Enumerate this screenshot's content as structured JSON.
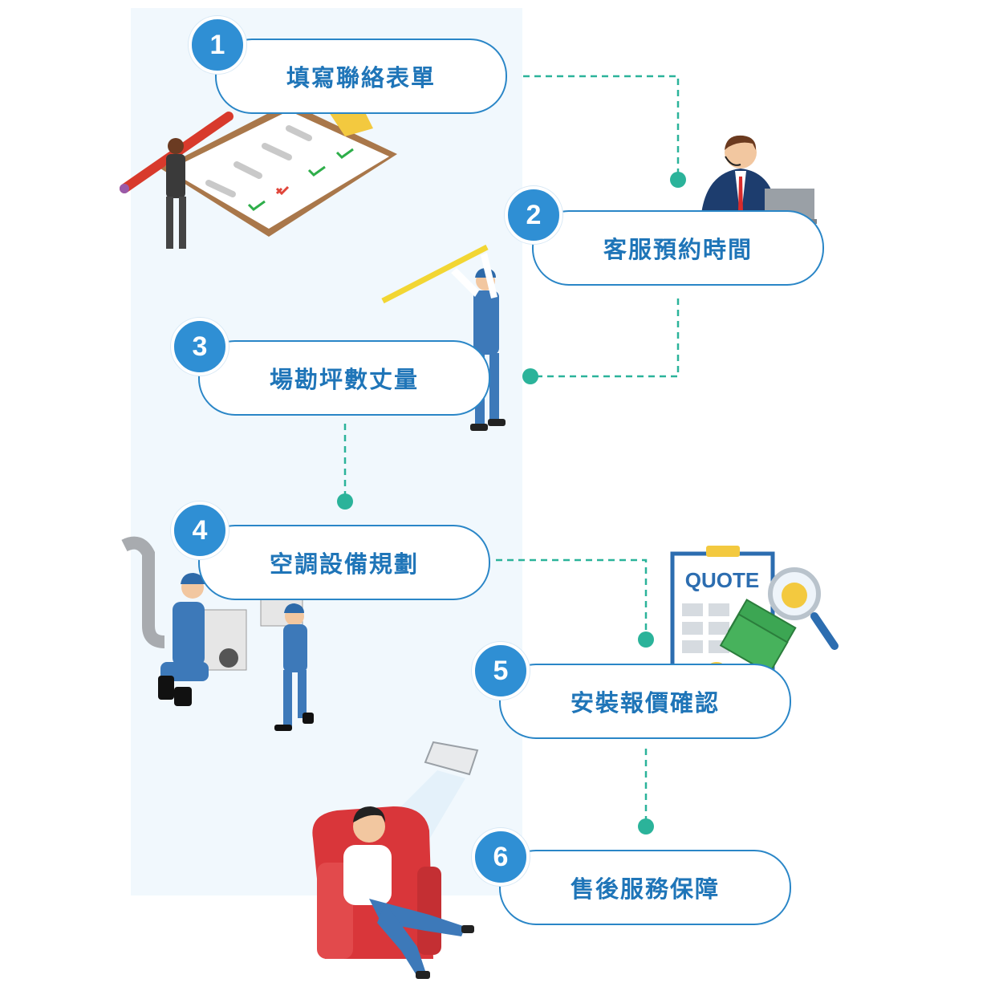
{
  "steps": [
    {
      "number": "1",
      "label": "填寫聯絡表單"
    },
    {
      "number": "2",
      "label": "客服預約時間"
    },
    {
      "number": "3",
      "label": "場勘坪數丈量"
    },
    {
      "number": "4",
      "label": "空調設備規劃"
    },
    {
      "number": "5",
      "label": "安裝報價確認"
    },
    {
      "number": "6",
      "label": "售後服務保障"
    }
  ],
  "quote_label": "QUOTE",
  "colors": {
    "accent_blue": "#2a86c7",
    "label_blue": "#1f75b8",
    "connector_teal": "#2bb39a",
    "panel_bg": "#f1f8fd"
  },
  "icons": [
    "clipboard-form-icon",
    "call-center-agent-icon",
    "measuring-worker-icon",
    "ac-installers-icon",
    "quote-money-icon",
    "relaxing-man-ac-icon"
  ]
}
